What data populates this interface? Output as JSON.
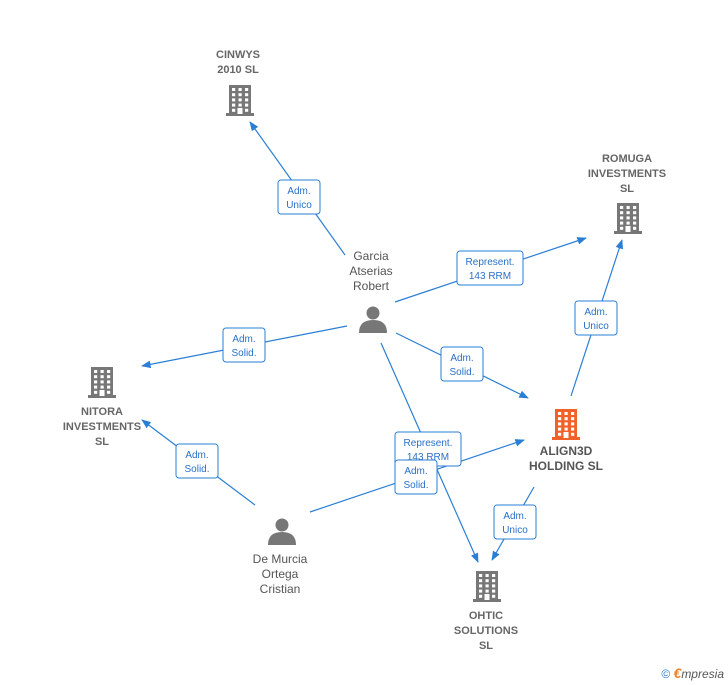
{
  "nodes": [
    {
      "id": "cinwys",
      "type": "company",
      "lines": [
        "CINWYS",
        "2010 SL"
      ]
    },
    {
      "id": "romuga",
      "type": "company",
      "lines": [
        "ROMUGA",
        "INVESTMENTS",
        "SL"
      ]
    },
    {
      "id": "nitora",
      "type": "company",
      "lines": [
        "NITORA",
        "INVESTMENTS",
        "SL"
      ]
    },
    {
      "id": "align3d",
      "type": "company",
      "highlight": true,
      "lines": [
        "ALIGN3D",
        "HOLDING  SL"
      ]
    },
    {
      "id": "ohtic",
      "type": "company",
      "lines": [
        "OHTIC",
        "SOLUTIONS",
        "SL"
      ]
    },
    {
      "id": "garcia",
      "type": "person",
      "lines": [
        "Garcia",
        "Atserias",
        "Robert"
      ]
    },
    {
      "id": "demurcia",
      "type": "person",
      "lines": [
        "De Murcia",
        "Ortega",
        "Cristian"
      ]
    }
  ],
  "edges": [
    {
      "id": "garcia-cinwys",
      "lines": [
        "Adm.",
        "Unico"
      ]
    },
    {
      "id": "garcia-romuga",
      "lines": [
        "Represent.",
        "143 RRM"
      ]
    },
    {
      "id": "garcia-nitora",
      "lines": [
        "Adm.",
        "Solid."
      ]
    },
    {
      "id": "garcia-align3d",
      "lines": [
        "Adm.",
        "Solid."
      ]
    },
    {
      "id": "garcia-ohtic",
      "lines": [
        "Represent.",
        "143 RRM"
      ]
    },
    {
      "id": "align3d-romuga",
      "lines": [
        "Adm.",
        "Unico"
      ]
    },
    {
      "id": "demurcia-nitora",
      "lines": [
        "Adm.",
        "Solid."
      ]
    },
    {
      "id": "demurcia-align3d",
      "lines": [
        "Adm.",
        "Solid."
      ]
    },
    {
      "id": "align3d-ohtic",
      "lines": [
        "Adm.",
        "Unico"
      ]
    }
  ],
  "colors": {
    "edge": "#2a7fd4",
    "company": "#777777",
    "highlight": "#f0622a",
    "person": "#777777"
  },
  "footer": {
    "copyright": "©",
    "brand_initial": "€",
    "brand_rest": "mpresia"
  }
}
